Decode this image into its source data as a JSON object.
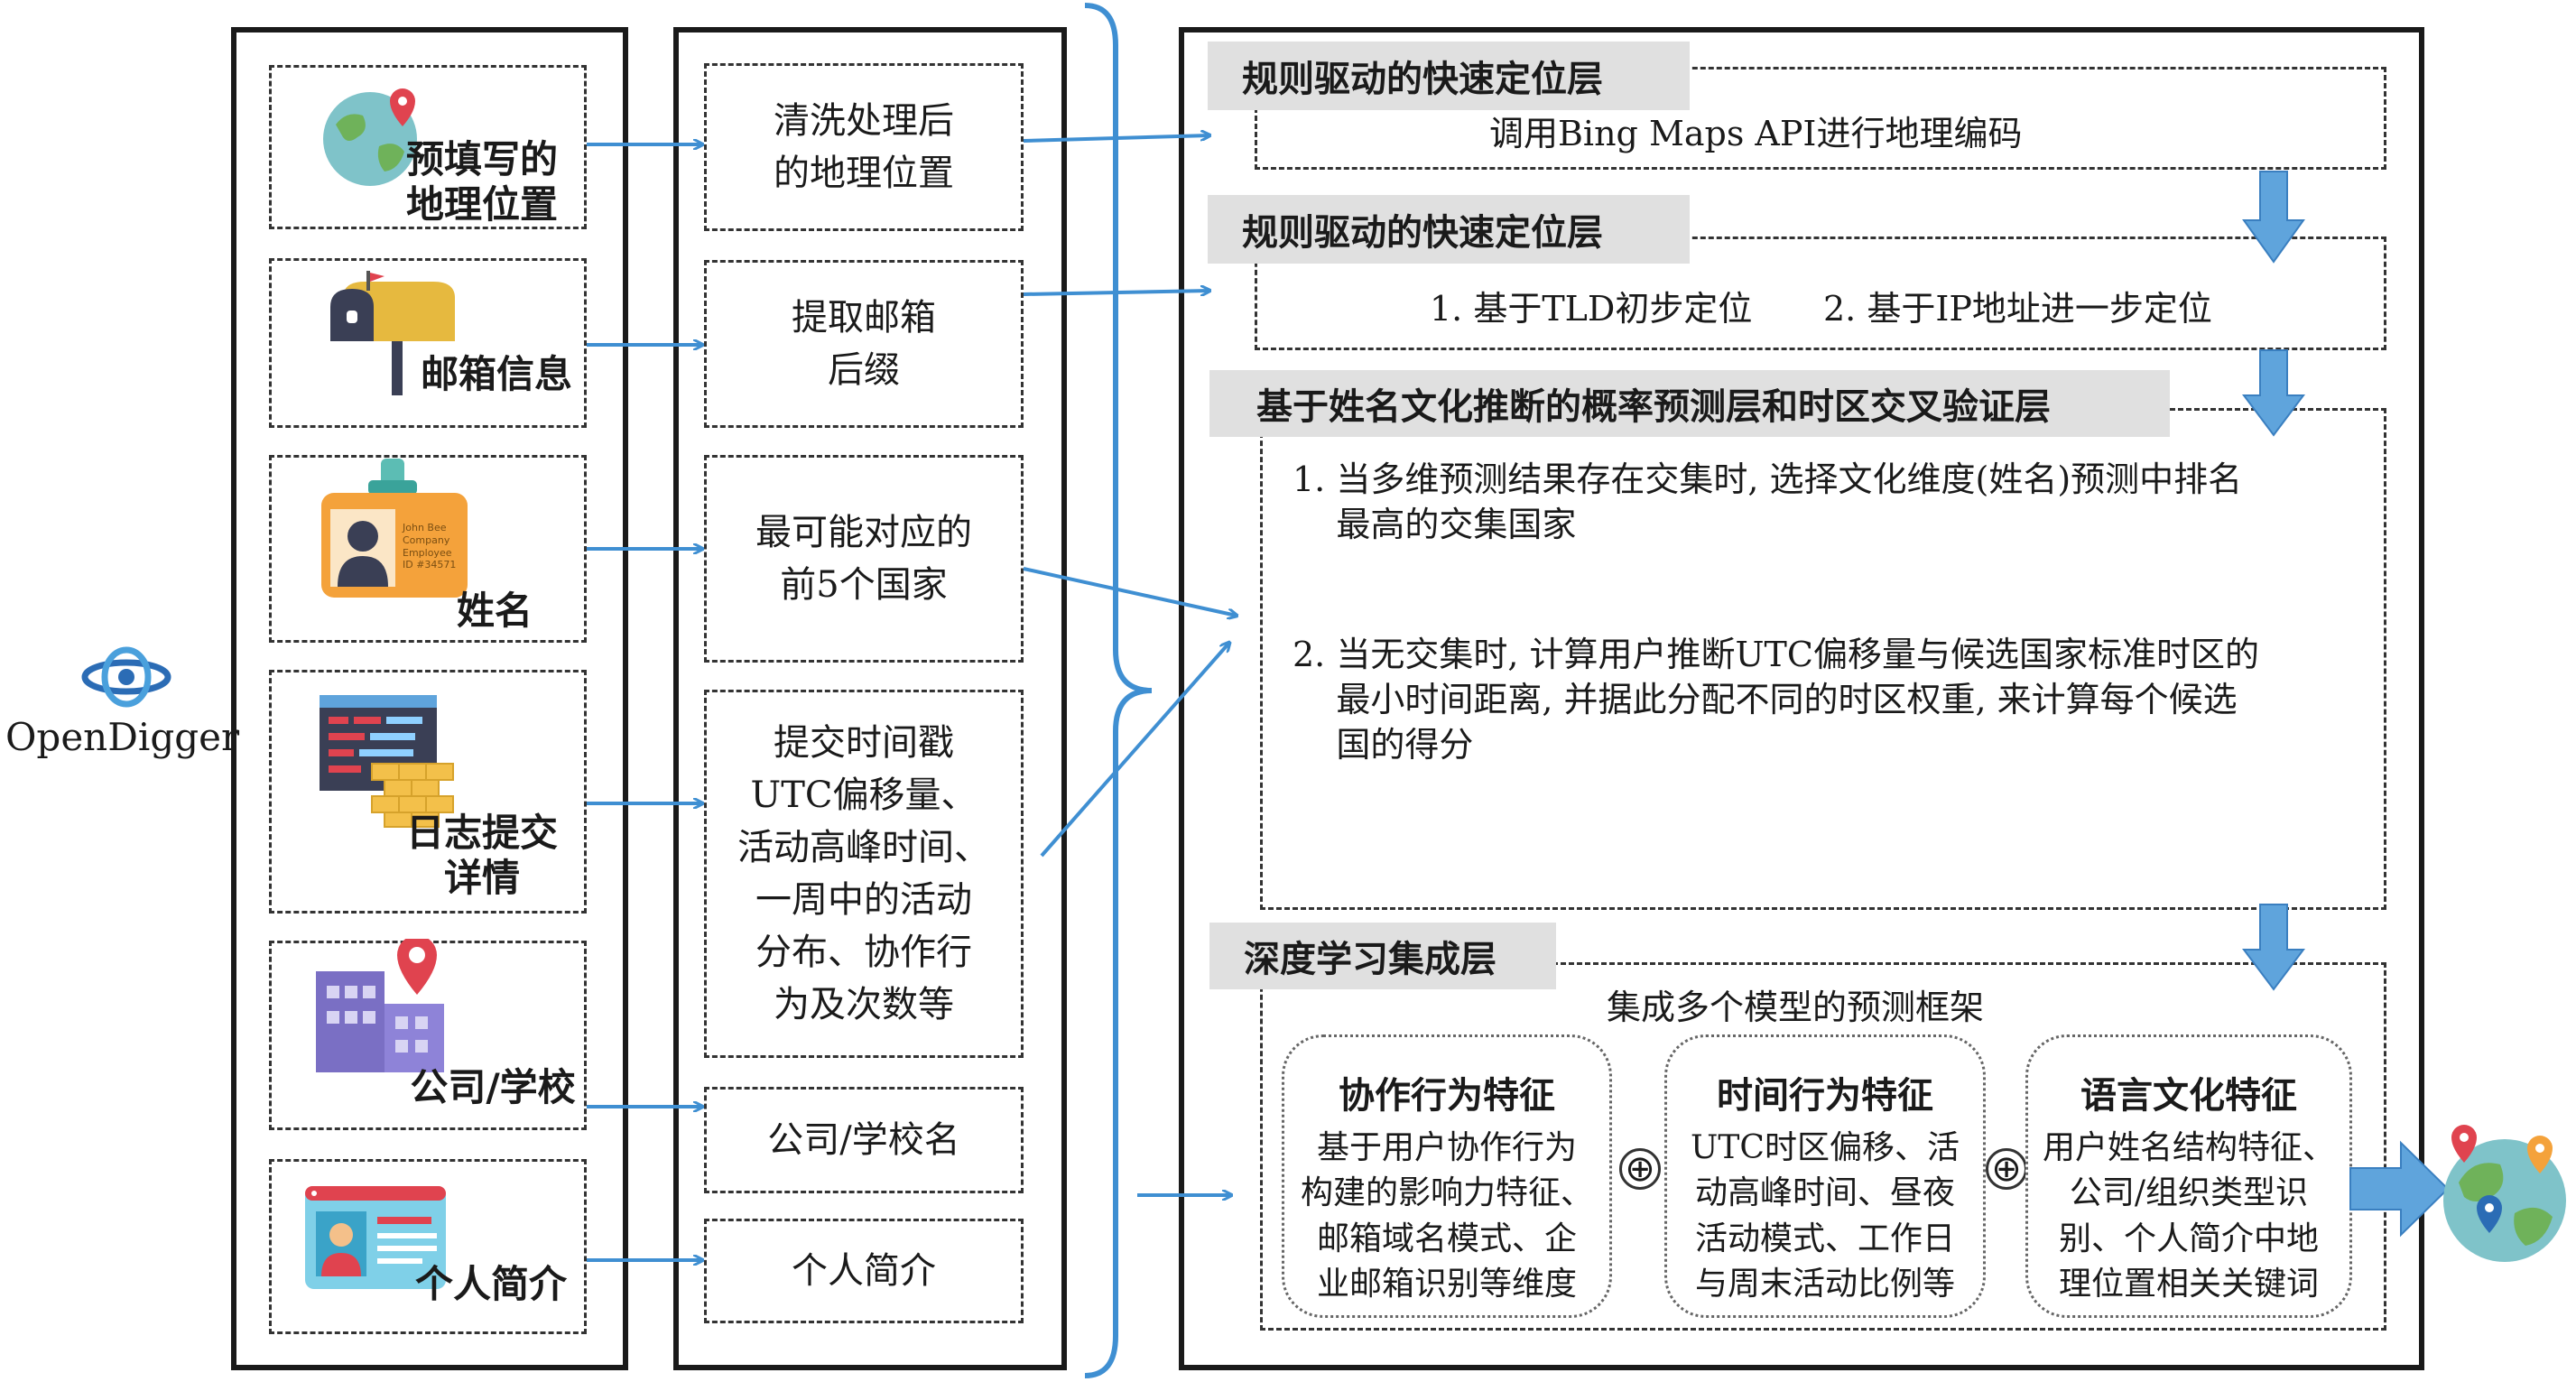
{
  "logo_text": "OpenDigger",
  "sources": [
    {
      "label": "预填写的\n地理位置",
      "icon": "globe-pin-icon"
    },
    {
      "label": "邮箱信息",
      "icon": "mailbox-icon"
    },
    {
      "label": "姓名",
      "icon": "id-badge-icon"
    },
    {
      "label": "日志提交\n详情",
      "icon": "code-log-icon"
    },
    {
      "label": "公司/学校",
      "icon": "building-pin-icon"
    },
    {
      "label": "个人简介",
      "icon": "profile-card-icon"
    }
  ],
  "features": [
    "清洗处理后\n的地理位置",
    "提取邮箱\n后缀",
    "最可能对应的\n前5个国家",
    "提交时间戳\nUTC偏移量、\n活动高峰时间、\n一周中的活动\n分布、协作行\n为及次数等",
    "公司/学校名",
    "个人简介"
  ],
  "badge_text": "John Bee\nCompany\nEmployee\nID #34571",
  "layer1": {
    "title": "规则驱动的快速定位层",
    "text": "调用Bing Maps API进行地理编码"
  },
  "layer2": {
    "title": "规则驱动的快速定位层",
    "item1": "1. 基于TLD初步定位",
    "item2": "2. 基于IP地址进一步定位"
  },
  "layer3": {
    "title": "基于姓名文化推断的概率预测层和时区交叉验证层",
    "item1": "1. 当多维预测结果存在交集时, 选择文化维度(姓名)预测中排名\n    最高的交集国家",
    "item2": "2. 当无交集时, 计算用户推断UTC偏移量与候选国家标准时区的\n    最小时间距离, 并据此分配不同的时区权重, 来计算每个候选\n    国的得分"
  },
  "layer4": {
    "title": "深度学习集成层",
    "subtitle": "集成多个模型的预测框架",
    "plus_symbol": "⊕",
    "features": [
      {
        "title": "协作行为特征",
        "text": "基于用户协作行为\n构建的影响力特征、\n邮箱域名模式、企\n业邮箱识别等维度"
      },
      {
        "title": "时间行为特征",
        "text": "UTC时区偏移、活\n动高峰时间、昼夜\n活动模式、工作日\n与周末活动比例等"
      },
      {
        "title": "语言文化特征",
        "text": "用户姓名结构特征、\n公司/组织类型识\n别、个人简介中地\n理位置相关关键词"
      }
    ]
  },
  "colors": {
    "arrow": "#3f8fd2",
    "down_arrow": "#5fa4dc",
    "title_bg": "#e0e0e0",
    "globe": "#7fc3c9",
    "land": "#6fb25a",
    "pin": "#e0434f"
  }
}
